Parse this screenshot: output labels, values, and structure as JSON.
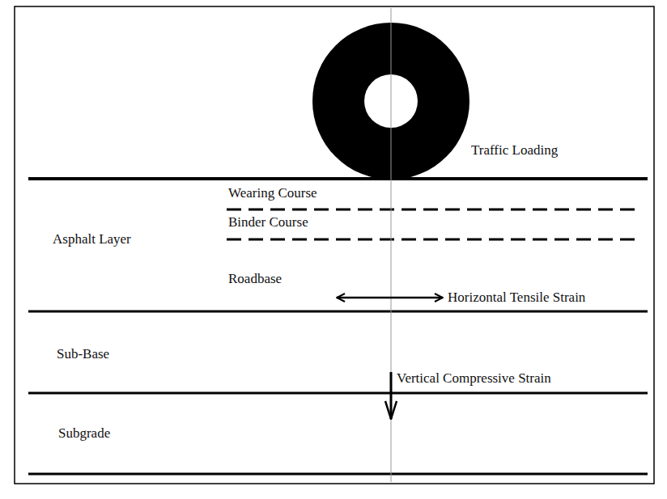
{
  "diagram": {
    "nodes": [
      {
        "text": [
          "Asphalt Layer"
        ]
      },
      {
        "text": [
          "Wearing Course"
        ],
        "in": 0
      },
      {
        "text": [
          "Binder Course"
        ],
        "in": 0
      },
      {
        "text": [
          "Roadbase"
        ],
        "in": 0
      },
      {
        "text": [
          "Sub-Base"
        ]
      },
      {
        "text": [
          "Subgrade"
        ]
      }
    ],
    "labels": [
      "Traffic Loading",
      "Horizontal Tensile Strain",
      "Vertical Compressive Strain"
    ]
  }
}
